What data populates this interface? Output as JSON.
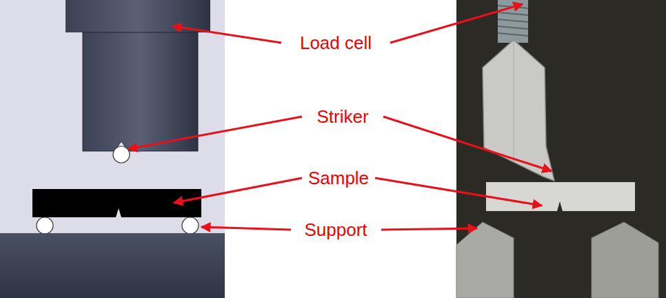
{
  "diagram": {
    "labels": [
      "Load cell",
      "Striker",
      "Sample",
      "Support"
    ]
  }
}
